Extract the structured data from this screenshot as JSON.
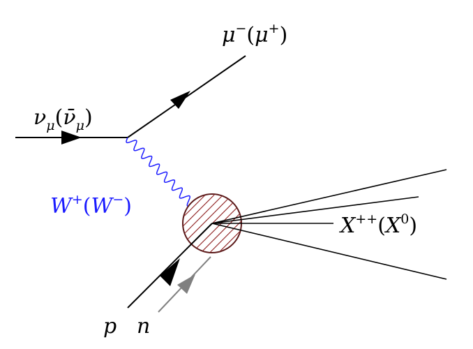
{
  "labels": {
    "neutrino": {
      "base": "ν",
      "sub": "μ",
      "open": "(",
      "bar_base": "ν̄",
      "bar_sub": "μ",
      "close": ")"
    },
    "muon": {
      "base": "μ",
      "sup": "−",
      "open": "(",
      "alt_base": "μ",
      "alt_sup": "+",
      "close": ")"
    },
    "boson": {
      "base": "W",
      "sup": "+",
      "open": "(",
      "alt_base": "W",
      "alt_sup": "−",
      "close": ")"
    },
    "hadronic": {
      "base": "X",
      "sup": "++",
      "open": "(",
      "alt_base": "X",
      "alt_sup": "0",
      "close": ")"
    },
    "proton": "p",
    "neutron": "n"
  },
  "colors": {
    "lines": "#000000",
    "boson": "#1a1aff",
    "blob_outline": "#5c1a1a",
    "blob_hatch": "#8b1a1a",
    "neutron_line": "#808080"
  }
}
